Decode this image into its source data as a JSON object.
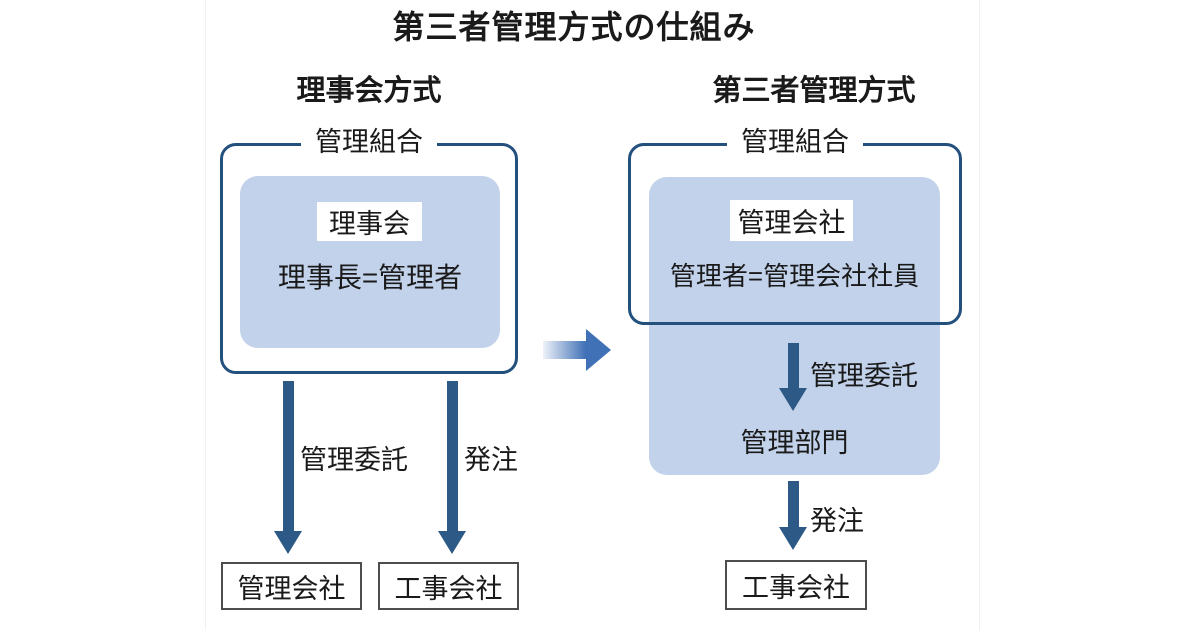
{
  "title": "第三者管理方式の仕組み",
  "colors": {
    "group_border": "#24507e",
    "blue_fill": "#c2d2eb",
    "arrow": "#2d5986",
    "transition_arrow": "#4070b6",
    "company_box_border": "#4d4d4d",
    "text": "#1a1a1a"
  },
  "left": {
    "heading": "理事会方式",
    "group_label": "管理組合",
    "chip_label": "理事会",
    "member_text": "理事長=管理者",
    "arrows": [
      {
        "label": "管理委託",
        "target": "管理会社"
      },
      {
        "label": "発注",
        "target": "工事会社"
      }
    ]
  },
  "center_arrow": {
    "name": "transition-arrow"
  },
  "right": {
    "heading": "第三者管理方式",
    "group_label": "管理組合",
    "chip_label": "管理会社",
    "member_text": "管理者=管理会社社員",
    "flow": [
      {
        "label": "管理委託",
        "target": "管理部門"
      },
      {
        "label": "発注",
        "target": "工事会社"
      }
    ]
  }
}
